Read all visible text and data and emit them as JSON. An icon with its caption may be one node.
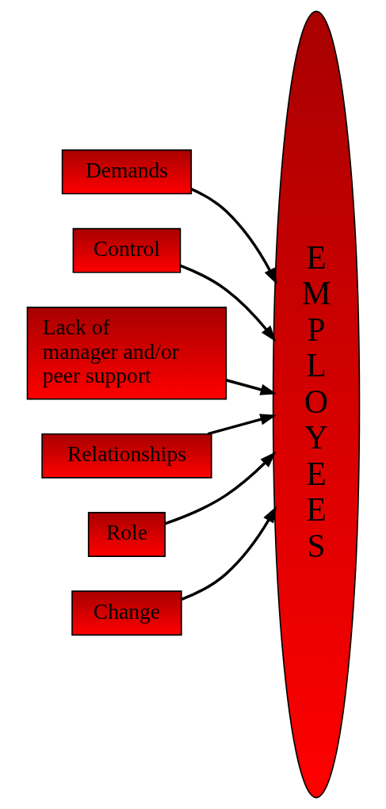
{
  "diagram": {
    "nodes": [
      {
        "text": [
          "Demands"
        ]
      },
      {
        "text": [
          "Control"
        ]
      },
      {
        "text": [
          "Lack of manager and/or peer support"
        ]
      },
      {
        "text": [
          "Relationships"
        ]
      },
      {
        "text": [
          "Role"
        ]
      },
      {
        "text": [
          "Change"
        ]
      },
      {
        "text": [
          "EMPLOYEES"
        ]
      }
    ],
    "edges": [
      {
        "from": 0,
        "to": 6,
        "arrow": "to"
      },
      {
        "from": 1,
        "to": 6,
        "arrow": "to"
      },
      {
        "from": 2,
        "to": 6,
        "arrow": "to"
      },
      {
        "from": 3,
        "to": 6,
        "arrow": "to"
      },
      {
        "from": 4,
        "to": 6,
        "arrow": "to"
      },
      {
        "from": 5,
        "to": 6,
        "arrow": "to"
      }
    ]
  }
}
